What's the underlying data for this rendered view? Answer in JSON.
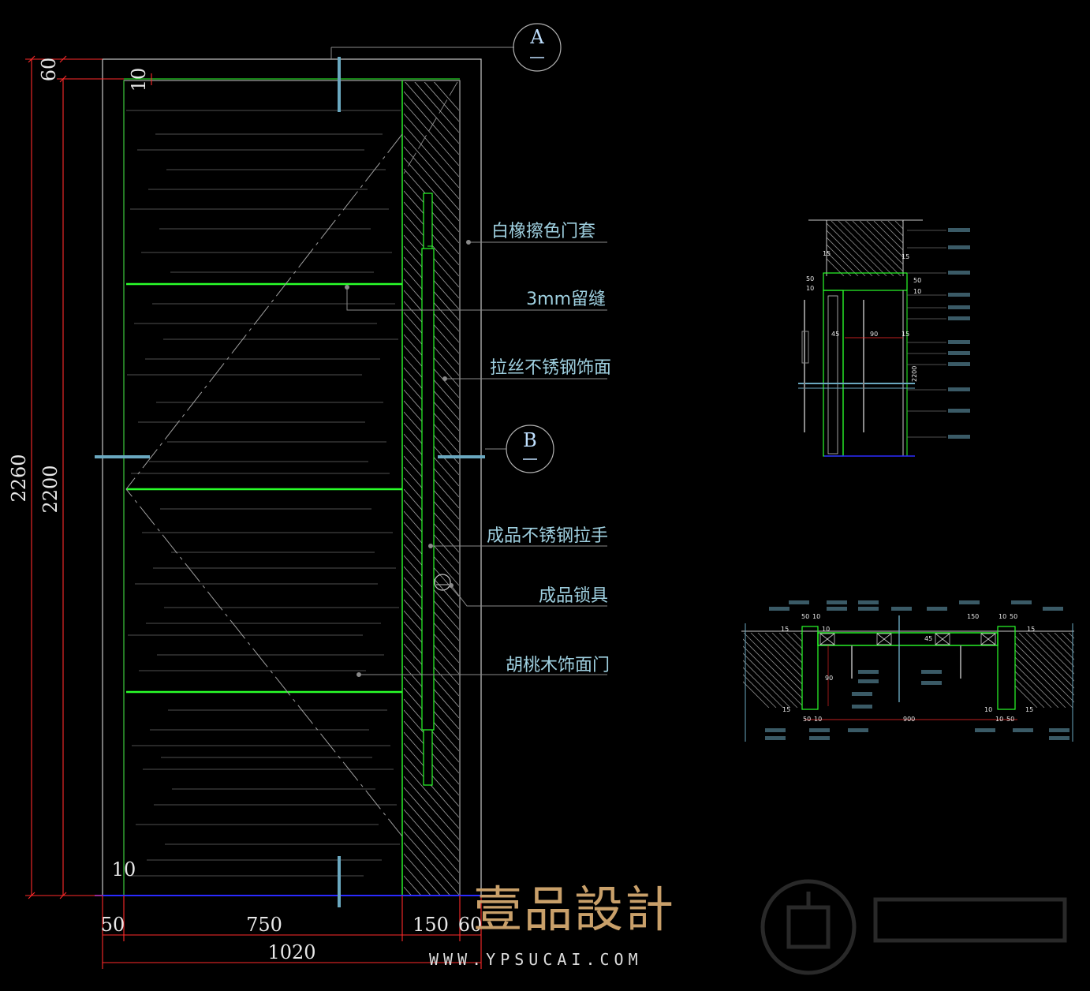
{
  "elevation": {
    "section_marks": [
      {
        "id": "section-mark-a",
        "letter": "A"
      },
      {
        "id": "section-mark-b",
        "letter": "B"
      }
    ],
    "dimensions": {
      "total_height": "2260",
      "door_height": "2200",
      "top_frame": "60",
      "top_gap": "10",
      "bottom_gap": "10",
      "left_jamb": "50",
      "door_leaf": "750",
      "side_panel": "150",
      "right_frame": "60",
      "total_width": "1020"
    },
    "callouts": [
      "白橡擦色门套",
      "3mm留缝",
      "拉丝不锈钢饰面",
      "成品不锈钢拉手",
      "成品锁具",
      "胡桃木饰面门"
    ]
  },
  "vertical_section": {
    "dims": [
      "15",
      "15",
      "10",
      "50",
      "10",
      "50",
      "45",
      "90",
      "15",
      "2200"
    ]
  },
  "plan_section": {
    "dims": [
      "15",
      "50",
      "10",
      "10",
      "150",
      "10",
      "50",
      "15",
      "45",
      "90",
      "15",
      "50",
      "10",
      "900",
      "10",
      "10",
      "50",
      "15"
    ]
  },
  "watermark": {
    "brand": "壹品設計",
    "url": "WWW.YPSUCAI.COM"
  },
  "colors": {
    "background": "#000000",
    "frame_line": "#c8c8c8",
    "gap_line": "#2aff2a",
    "dimension": "#ff2a2a",
    "text": "#9fd0e0",
    "section_cut": "#6aa8c0",
    "floor_line": "#2a2aff",
    "brand": "#c9a06a"
  }
}
